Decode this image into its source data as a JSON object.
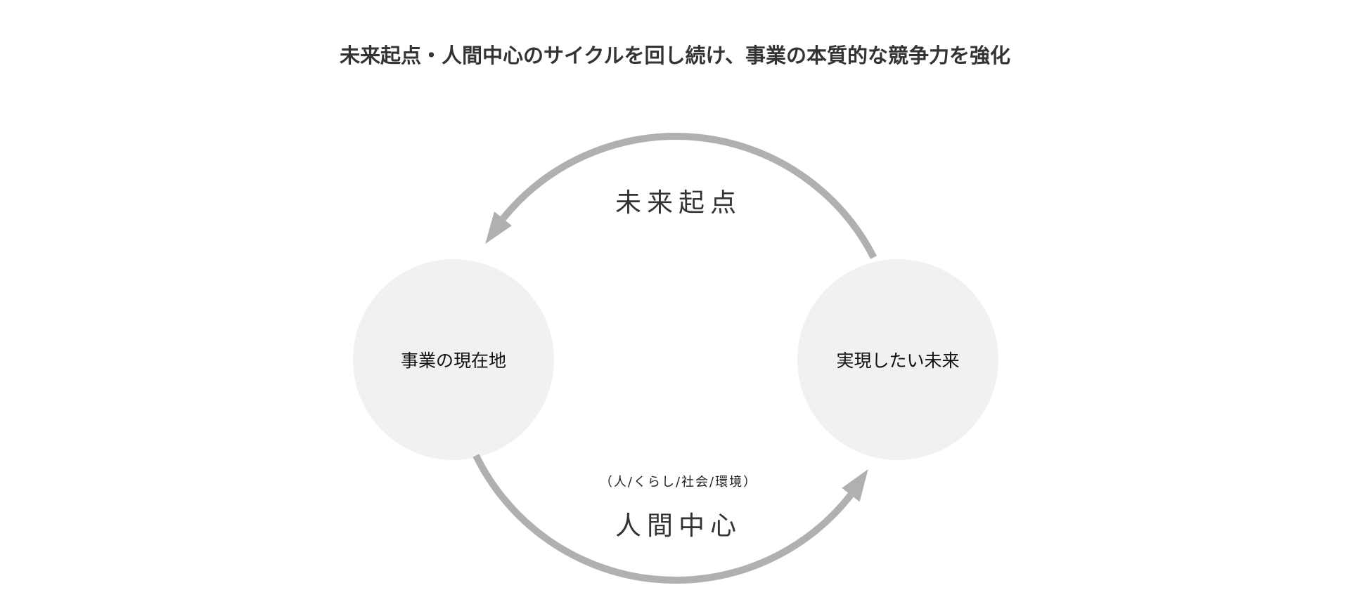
{
  "title": "未来起点・人間中心のサイクルを回し続け、事業の本質的な競争力を強化",
  "nodes": {
    "current": "事業の現在地",
    "future": "実現したい未来"
  },
  "arcs": {
    "top_label": "未来起点",
    "bottom_label": "人間中心",
    "bottom_sublabel": "（人/くらし/社会/環境）"
  },
  "colors": {
    "arc": "#b0b0b0",
    "circle": "#f1f1f1",
    "text": "#333333"
  }
}
